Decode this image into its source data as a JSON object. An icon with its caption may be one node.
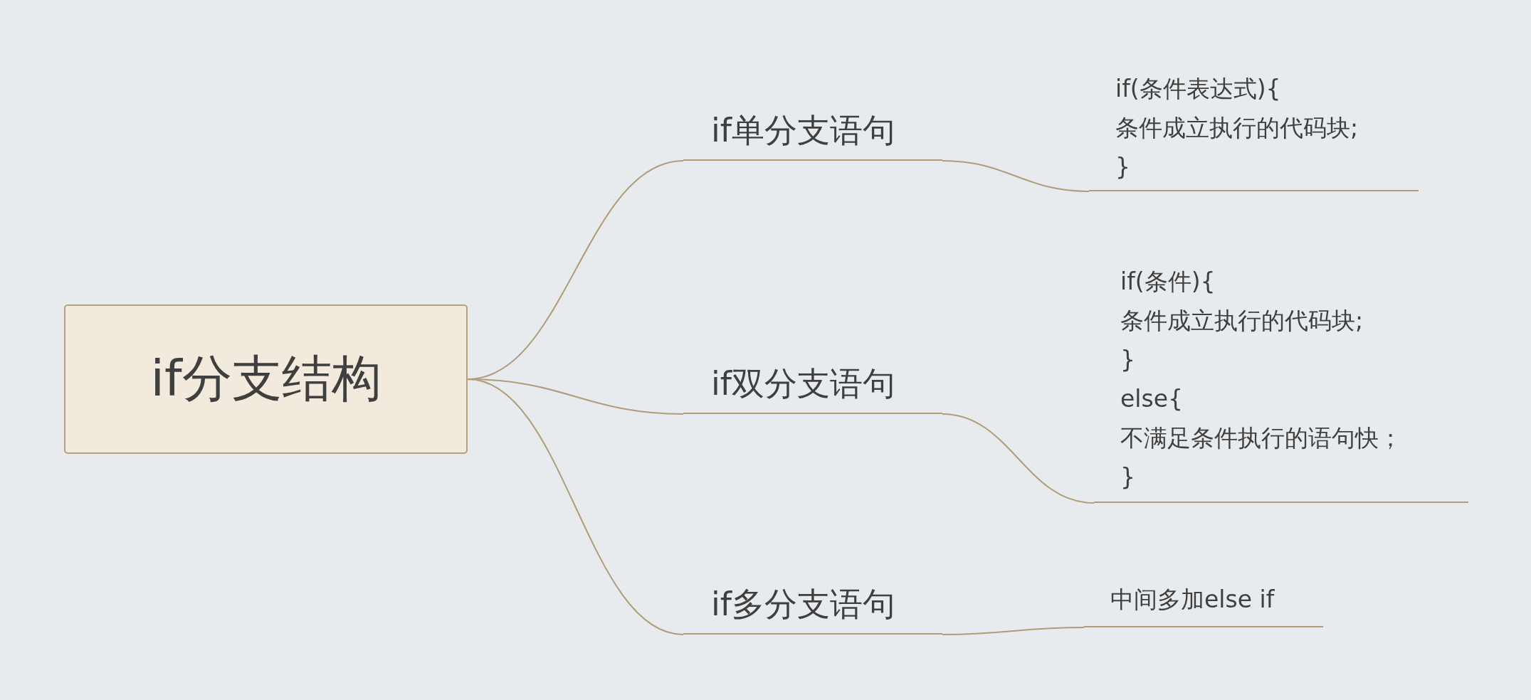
{
  "diagram": {
    "nodes": [
      {
        "text": [
          "if分支结构"
        ]
      },
      {
        "text": [
          "if单分支语句"
        ]
      },
      {
        "text": [
          "if(条件表达式){",
          "条件成立执行的代码块;",
          "}"
        ]
      },
      {
        "text": [
          "if双分支语句"
        ]
      },
      {
        "text": [
          "if(条件){",
          "条件成立执行的代码块;",
          "}",
          "else{",
          "不满足条件执行的语句快；",
          "}"
        ]
      },
      {
        "text": [
          "if多分支语句"
        ]
      },
      {
        "text": [
          "中间多加else if"
        ]
      }
    ],
    "edges": [
      {
        "from": 0,
        "to": 1,
        "arrow": "none"
      },
      {
        "from": 1,
        "to": 2,
        "arrow": "none"
      },
      {
        "from": 0,
        "to": 3,
        "arrow": "none"
      },
      {
        "from": 3,
        "to": 4,
        "arrow": "none"
      },
      {
        "from": 0,
        "to": 5,
        "arrow": "none"
      },
      {
        "from": 5,
        "to": 6,
        "arrow": "none"
      }
    ]
  }
}
